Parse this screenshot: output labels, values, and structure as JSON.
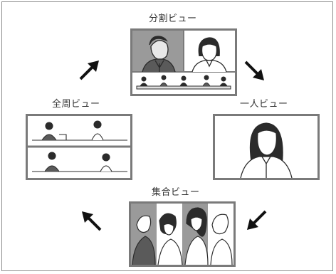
{
  "views": {
    "split": {
      "label": "分割ビュー"
    },
    "single": {
      "label": "一人ビュー"
    },
    "group": {
      "label": "集合ビュー"
    },
    "all": {
      "label": "全周ビュー"
    }
  },
  "colors": {
    "frame_border": "#7a7a7a",
    "panel_shade": "#9a9a9a",
    "line_art": "#2b2b2b",
    "arrow": "#111111"
  }
}
